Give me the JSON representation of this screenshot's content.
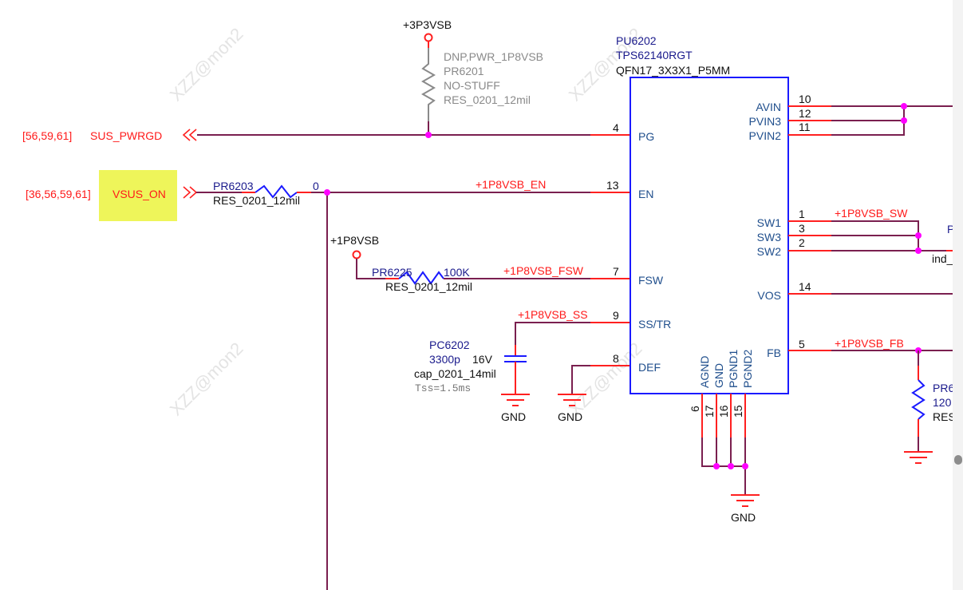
{
  "watermark": "XZZ@mon2",
  "ic": {
    "refdes": "PU6202",
    "part": "TPS62140RGT",
    "package": "QFN17_3X3X1_P5MM",
    "left_pins": [
      {
        "name": "PG",
        "num": "4"
      },
      {
        "name": "EN",
        "num": "13"
      },
      {
        "name": "FSW",
        "num": "7"
      },
      {
        "name": "SS/TR",
        "num": "9"
      },
      {
        "name": "DEF",
        "num": "8"
      }
    ],
    "right_pins": [
      {
        "name": "AVIN",
        "num": "10"
      },
      {
        "name": "PVIN3",
        "num": "12"
      },
      {
        "name": "PVIN2",
        "num": "11"
      },
      {
        "name": "SW1",
        "num": "1"
      },
      {
        "name": "SW3",
        "num": "3"
      },
      {
        "name": "SW2",
        "num": "2"
      },
      {
        "name": "VOS",
        "num": "14"
      },
      {
        "name": "FB",
        "num": "5"
      }
    ],
    "bottom_pins": [
      {
        "name": "AGND",
        "num": "6"
      },
      {
        "name": "GND",
        "num": "17"
      },
      {
        "name": "PGND1",
        "num": "16"
      },
      {
        "name": "PGND2",
        "num": "15"
      }
    ]
  },
  "offpage": {
    "sus_pwrgd": {
      "refs": "[56,59,61]",
      "name": "SUS_PWRGD"
    },
    "vsus_on": {
      "refs": "[36,56,59,61]",
      "name": "VSUS_ON"
    }
  },
  "power": {
    "p3v3": "+3P3VSB",
    "p1v8": "+1P8VSB"
  },
  "pr6201": {
    "lines": [
      "DNP,PWR_1P8VSB",
      "PR6201",
      "NO-STUFF",
      "RES_0201_12mil"
    ]
  },
  "pr6203": {
    "refdes": "PR6203",
    "value": "0",
    "footprint": "RES_0201_12mil"
  },
  "pr6225": {
    "refdes": "PR6225",
    "value": "100K",
    "footprint": "RES_0201_12mil"
  },
  "pc6202": {
    "refdes": "PC6202",
    "value": "3300p",
    "voltage": "16V",
    "footprint": "cap_0201_14mil",
    "note": "Tss=1.5ms"
  },
  "pr_fb": {
    "refdes": "PR6",
    "value": "120",
    "footprint": "RES"
  },
  "nets": {
    "en": "+1P8VSB_EN",
    "fsw": "+1P8VSB_FSW",
    "ss": "+1P8VSB_SS",
    "sw": "+1P8VSB_SW",
    "fb": "+1P8VSB_FB"
  },
  "partial": {
    "sw_ref": "P",
    "ind": "ind_"
  },
  "gnd_label": "GND"
}
